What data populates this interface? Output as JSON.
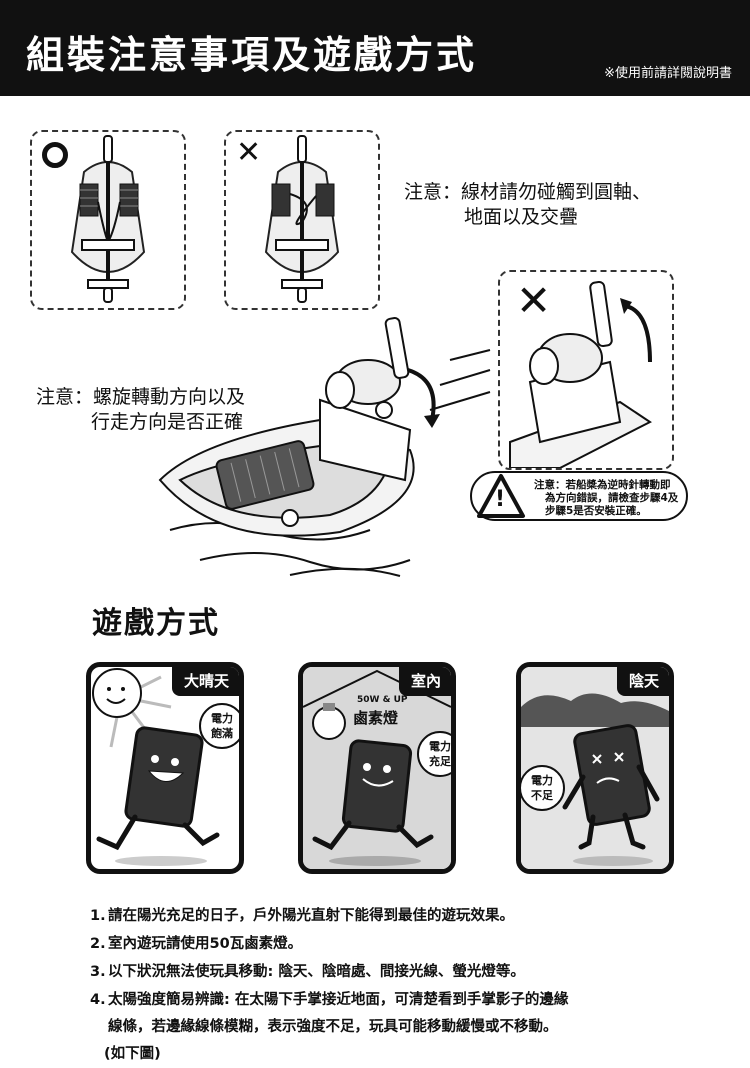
{
  "header": {
    "title": "組裝注意事項及遊戲方式",
    "note": "※使用前請詳閱說明書"
  },
  "assembly": {
    "correct_mark": "O",
    "wrong_mark": "✕",
    "wire_caution": [
      "注意：線材請勿碰觸到圓軸、",
      "地面以及交疊"
    ],
    "direction_caution": [
      "注意：螺旋轉動方向以及",
      "行走方向是否正確"
    ],
    "warning": {
      "symbol": "!",
      "lines": [
        "注意：若船槳為逆時針轉動即",
        "為方向錯誤，請檢查步驟4及",
        "步驟5是否安裝正確。"
      ]
    }
  },
  "play": {
    "title": "遊戲方式",
    "cards": [
      {
        "tag": "大晴天",
        "bubble": [
          "電力",
          "飽滿"
        ]
      },
      {
        "tag": "室內",
        "lamp_power": "50W & UP",
        "lamp_name": "鹵素燈",
        "bubble": [
          "電力",
          "充足"
        ]
      },
      {
        "tag": "陰天",
        "bubble": [
          "電力",
          "不足"
        ]
      }
    ]
  },
  "tips": [
    {
      "num": "1.",
      "text": "請在陽光充足的日子，戶外陽光直射下能得到最佳的遊玩效果。"
    },
    {
      "num": "2.",
      "text": "室內遊玩請使用50瓦鹵素燈。"
    },
    {
      "num": "3.",
      "text": "以下狀況無法使玩具移動: 陰天、陰暗處、間接光線、螢光燈等。"
    },
    {
      "num": "4.",
      "text": "太陽強度簡易辨識: 在太陽下手掌接近地面，可清楚看到手掌影子的邊緣"
    }
  ],
  "tip4_continuation": [
    "線條，若邊緣線條模糊，表示強度不足，玩具可能移動緩慢或不移動。",
    "(如下圖)"
  ]
}
